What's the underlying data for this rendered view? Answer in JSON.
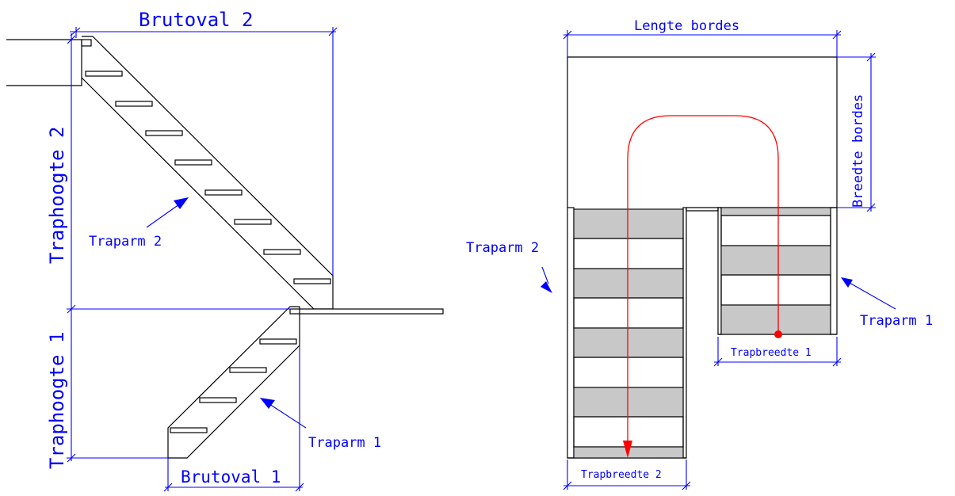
{
  "colors": {
    "line": "#000000",
    "dimension": "#0000ff",
    "walkline": "#ff0000",
    "tread_fill": "#c8c8c8"
  },
  "side_view": {
    "brutoval_2": "Brutoval 2",
    "traphoogte_2": "Traphoogte 2",
    "traparm_2": "Traparm 2",
    "traphoogte_1": "Traphoogte 1",
    "traparm_1": "Traparm 1",
    "brutoval_1": "Brutoval 1"
  },
  "plan_view": {
    "lengte_bordes": "Lengte bordes",
    "breedte_bordes": "Breedte bordes",
    "traparm_2": "Traparm 2",
    "traparm_1": "Traparm 1",
    "trapbreedte_1": "Trapbreedte 1",
    "trapbreedte_2": "Trapbreedte 2"
  },
  "icons": [
    "arrow-icon",
    "walkline-start-dot-icon",
    "walkline-arrowhead-icon"
  ]
}
